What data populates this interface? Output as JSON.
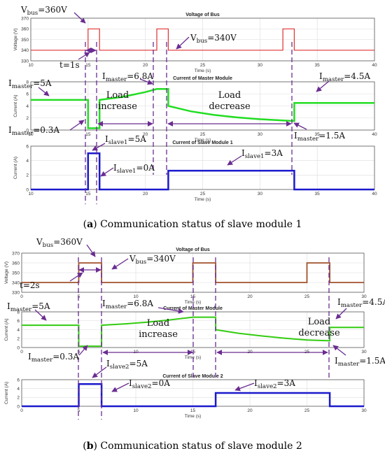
{
  "captions": {
    "a_letter": "a",
    "a_text": "Communication status of slave module 1",
    "b_letter": "b",
    "b_text": "Communication status of slave module 2"
  },
  "chart_data": [
    {
      "id": "a1",
      "type": "line",
      "title": "Voltage of Bus",
      "xlabel": "Time (s)",
      "ylabel": "Voltage (V)",
      "xlim": [
        10,
        40
      ],
      "ylim": [
        330,
        370
      ],
      "xticks": [
        10,
        15,
        20,
        25,
        30,
        35,
        40
      ],
      "yticks": [
        330,
        340,
        350,
        360,
        370
      ],
      "grid": true,
      "color": "#e03030",
      "stroke": 1.2,
      "series": [
        {
          "x": [
            10,
            15,
            15,
            16,
            16,
            21,
            21,
            22,
            22,
            32,
            32,
            33,
            33,
            40
          ],
          "y": [
            340,
            340,
            360,
            360,
            340,
            340,
            360,
            360,
            340,
            340,
            360,
            360,
            340,
            340
          ]
        }
      ]
    },
    {
      "id": "a2",
      "type": "line",
      "title": "Current of Master Module",
      "xlabel": "Time (s)",
      "ylabel": "Current (A)",
      "xlim": [
        10,
        40
      ],
      "ylim": [
        0,
        8
      ],
      "xticks": [
        10,
        15,
        20,
        25,
        30,
        35,
        40
      ],
      "yticks": [
        0,
        2,
        4,
        6,
        8
      ],
      "grid": true,
      "color": "#22dd22",
      "stroke": 2.5,
      "series": [
        {
          "x": [
            10,
            15,
            15,
            16,
            16,
            18,
            20,
            21,
            21,
            22,
            22,
            24,
            26,
            28,
            30,
            32,
            33,
            33,
            40
          ],
          "y": [
            5,
            5,
            0.3,
            0.3,
            5,
            5.5,
            6.3,
            6.8,
            6.8,
            6.8,
            4,
            3.1,
            2.5,
            2.1,
            1.8,
            1.6,
            1.5,
            4.5,
            4.5
          ]
        }
      ]
    },
    {
      "id": "a3",
      "type": "line",
      "title": "Current of Slave Module 1",
      "xlabel": "Time (s)",
      "ylabel": "Current (A)",
      "xlim": [
        10,
        40
      ],
      "ylim": [
        0,
        6
      ],
      "xticks": [
        10,
        15,
        20,
        25,
        30,
        35,
        40
      ],
      "yticks": [
        0,
        2,
        4,
        6
      ],
      "grid": true,
      "color": "#1a1acc",
      "stroke": 2.5,
      "series": [
        {
          "x": [
            10,
            15,
            15,
            16,
            16,
            22,
            22,
            33,
            33,
            40
          ],
          "y": [
            0,
            0,
            5,
            5,
            0,
            0,
            2.6,
            2.6,
            0,
            0
          ]
        }
      ]
    },
    {
      "id": "b1",
      "type": "line",
      "title": "Voltage of Bus",
      "xlabel": "Time (s)",
      "ylabel": "Voltage (V)",
      "xlim": [
        0,
        30
      ],
      "ylim": [
        330,
        370
      ],
      "xticks": [
        0,
        5,
        10,
        15,
        20,
        25,
        30
      ],
      "yticks": [
        330,
        340,
        350,
        360,
        370
      ],
      "grid": true,
      "color": "#a0522d",
      "stroke": 1.8,
      "series": [
        {
          "x": [
            0,
            5,
            5,
            7,
            7,
            15,
            15,
            17,
            17,
            25,
            25,
            27,
            27,
            30
          ],
          "y": [
            340,
            340,
            360,
            360,
            340,
            340,
            360,
            360,
            340,
            340,
            360,
            360,
            340,
            340
          ]
        }
      ]
    },
    {
      "id": "b2",
      "type": "line",
      "title": "Current of Master Module",
      "xlabel": "Time (s)",
      "ylabel": "Current (A)",
      "xlim": [
        0,
        30
      ],
      "ylim": [
        0,
        8
      ],
      "xticks": [
        0,
        5,
        10,
        15,
        20,
        25,
        30
      ],
      "yticks": [
        0,
        2,
        4,
        6,
        8
      ],
      "grid": true,
      "color": "#33cc11",
      "stroke": 2.0,
      "series": [
        {
          "x": [
            0,
            5,
            5,
            7,
            7,
            9,
            11,
            13,
            15,
            15,
            17,
            17,
            19,
            21,
            23,
            25,
            27,
            27,
            30
          ],
          "y": [
            5,
            5,
            0.3,
            0.3,
            5,
            5.3,
            5.7,
            6.2,
            6.8,
            6.8,
            6.8,
            4,
            3.2,
            2.6,
            2.1,
            1.7,
            1.5,
            4.5,
            4.5
          ]
        }
      ]
    },
    {
      "id": "b3",
      "type": "line",
      "title": "Current of Slave Module 2",
      "xlabel": "Time (s)",
      "ylabel": "Current (A)",
      "xlim": [
        0,
        30
      ],
      "ylim": [
        0,
        6
      ],
      "xticks": [
        0,
        5,
        10,
        15,
        20,
        25,
        30
      ],
      "yticks": [
        0,
        2,
        4,
        6
      ],
      "grid": true,
      "color": "#1a1acc",
      "stroke": 2.5,
      "series": [
        {
          "x": [
            0,
            5,
            5,
            7,
            7,
            17,
            17,
            27,
            27,
            30
          ],
          "y": [
            0,
            0,
            5,
            5,
            0,
            0,
            3,
            3,
            0,
            0
          ]
        }
      ]
    }
  ],
  "annotations": [
    {
      "id": "a-vbus-360",
      "main": "V",
      "sub": "bus",
      "tail": "=360V"
    },
    {
      "id": "a-t",
      "main": "t=1s",
      "sub": "",
      "tail": ""
    },
    {
      "id": "a-vbus-340",
      "main": "V",
      "sub": "bus",
      "tail": "=340V"
    },
    {
      "id": "a-im-5",
      "main": "I",
      "sub": "master",
      "tail": "=5A"
    },
    {
      "id": "a-im-68",
      "main": "I",
      "sub": "master",
      "tail": "=6.8A"
    },
    {
      "id": "a-im-45",
      "main": "I",
      "sub": "master",
      "tail": "=4.5A"
    },
    {
      "id": "a-load-inc",
      "main": "Load increase",
      "sub": "",
      "tail": ""
    },
    {
      "id": "a-load-dec",
      "main": "Load decrease",
      "sub": "",
      "tail": ""
    },
    {
      "id": "a-im-03",
      "main": "I",
      "sub": "master",
      "tail": "=0.3A"
    },
    {
      "id": "a-im-15",
      "main": "I",
      "sub": "master",
      "tail": "=1.5A"
    },
    {
      "id": "a-is-5",
      "main": "I",
      "sub": "slave1",
      "tail": "=5A"
    },
    {
      "id": "a-is-0",
      "main": "I",
      "sub": "slave1",
      "tail": "=0A"
    },
    {
      "id": "a-is-3",
      "main": "I",
      "sub": "slave1",
      "tail": "=3A"
    },
    {
      "id": "b-vbus-360",
      "main": "V",
      "sub": "bus",
      "tail": "=360V"
    },
    {
      "id": "b-t",
      "main": "t=2s",
      "sub": "",
      "tail": ""
    },
    {
      "id": "b-vbus-340",
      "main": "V",
      "sub": "bus",
      "tail": "=340V"
    },
    {
      "id": "b-im-5",
      "main": "I",
      "sub": "master",
      "tail": "=5A"
    },
    {
      "id": "b-im-68",
      "main": "I",
      "sub": "master",
      "tail": "=6.8A"
    },
    {
      "id": "b-im-45",
      "main": "I",
      "sub": "master",
      "tail": "=4.5A"
    },
    {
      "id": "b-load-inc",
      "main": "Load increase",
      "sub": "",
      "tail": ""
    },
    {
      "id": "b-load-dec",
      "main": "Load decrease",
      "sub": "",
      "tail": ""
    },
    {
      "id": "b-im-03",
      "main": "I",
      "sub": "master",
      "tail": "=0.3A"
    },
    {
      "id": "b-im-15",
      "main": "I",
      "sub": "master",
      "tail": "=1.5A"
    },
    {
      "id": "b-is-5",
      "main": "I",
      "sub": "slave2",
      "tail": "=5A"
    },
    {
      "id": "b-is-0",
      "main": "I",
      "sub": "slave2",
      "tail": "=0A"
    },
    {
      "id": "b-is-3",
      "main": "I",
      "sub": "slave2",
      "tail": "=3A"
    }
  ]
}
